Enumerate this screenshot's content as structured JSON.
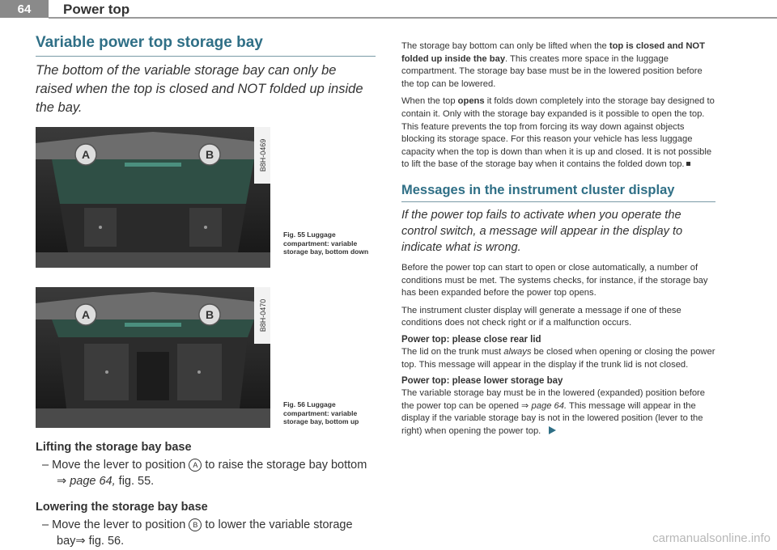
{
  "header": {
    "page_number": "64",
    "title": "Power top"
  },
  "left": {
    "section_title": "Variable power top storage bay",
    "lead": "The bottom of the variable storage bay can only be raised when the top is closed and NOT folded up inside the bay.",
    "fig55": {
      "code": "B8H-0469",
      "label_a": "A",
      "label_b": "B",
      "caption": "Fig. 55  Luggage compartment: variable storage bay, bottom down"
    },
    "fig56": {
      "code": "B8H-0470",
      "label_a": "A",
      "label_b": "B",
      "caption": "Fig. 56  Luggage compartment: variable storage bay, bottom up"
    },
    "lift_title": "Lifting the storage bay base",
    "lift_step": {
      "dash": "–",
      "a": "Move the lever to position",
      "b": "to raise the storage bay bottom",
      "c": "page 64,",
      "d": "fig. 55."
    },
    "lower_title": "Lowering the storage bay base",
    "lower_step": {
      "dash": "–",
      "a": "Move the lever to position",
      "b": "to lower the variable storage bay",
      "c": "fig. 56."
    }
  },
  "right": {
    "p1": {
      "a": "The storage bay bottom can only be lifted when the",
      "b": "top is closed and NOT folded up inside the bay",
      "c": ". This creates more space in the luggage compartment. The storage bay base must be in the lowered position before the top can be lowered."
    },
    "p2": {
      "a": "When the top",
      "b": "opens",
      "c": "it folds down completely into the storage bay designed to contain it. Only with the storage bay expanded is it possible to open the top. This feature prevents the top from forcing its way down against objects blocking its storage space. For this reason your vehicle has less luggage capacity when the top is down than when it is up and closed. It is not possible to lift the base of the storage bay when it contains the folded down top."
    },
    "section2_title": "Messages in the instrument cluster display",
    "lead2": "If the power top fails to activate when you operate the control switch, a message will appear in the display to indicate what is wrong.",
    "p3": "Before the power top can start to open or close automatically, a number of conditions must be met. The systems checks, for instance, if the storage bay has been expanded before the power top opens.",
    "p4": "The instrument cluster display will generate a message if one of these conditions does not check right or if a malfunction occurs.",
    "sub1": "Power top: please close rear lid",
    "p5": {
      "a": "The lid on the trunk must",
      "b": "always",
      "c": "be closed when opening or closing the power top. This message will appear in the display if the trunk lid is not closed."
    },
    "sub2": "Power top: please lower storage bay",
    "p6": {
      "a": "The variable storage bay must be in the lowered (expanded) position before the power top can be opened",
      "b": "page 64.",
      "c": "This message will appear in the display if the variable storage bay is not in the lowered position (lever to the right) when opening the power top."
    }
  },
  "arrow_symbol": "⇒",
  "watermark": "carmanualsonline.info"
}
